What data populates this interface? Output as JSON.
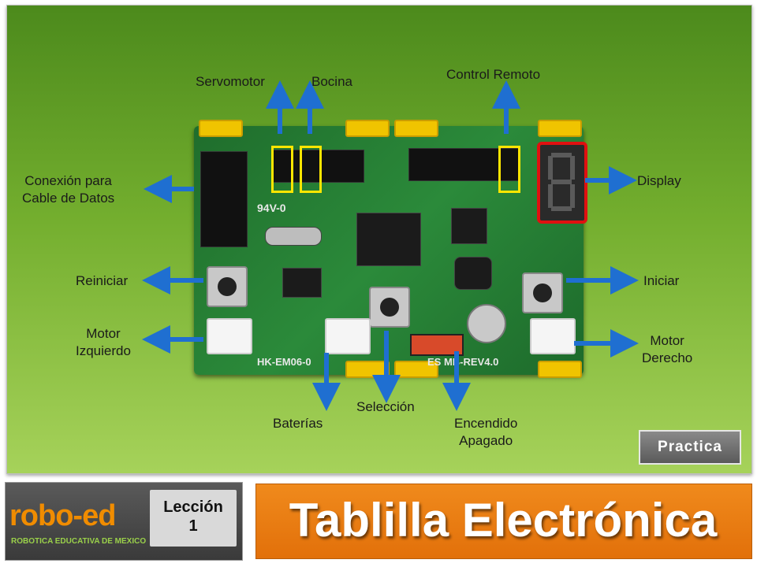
{
  "labels": {
    "servomotor": "Servomotor",
    "bocina": "Bocina",
    "control_remoto": "Control Remoto",
    "conexion": "Conexión para\nCable de Datos",
    "display": "Display",
    "reiniciar": "Reiniciar",
    "iniciar": "Iniciar",
    "motor_izquierdo": "Motor\nIzquierdo",
    "motor_derecho": "Motor\nDerecho",
    "baterias": "Baterías",
    "seleccion": "Selección",
    "encendido": "Encendido\nApagado"
  },
  "board": {
    "model_left": "HK-EM06-0",
    "model_right": "ES MB-REV4.0",
    "rating": "94V-0"
  },
  "badge": {
    "practica": "Practica"
  },
  "footer": {
    "logo": "robo-ed",
    "logo_sub": "ROBOTICA EDUCATIVA DE MEXICO",
    "leccion_label": "Lección",
    "leccion_num": "1",
    "title": "Tablilla Electrónica"
  },
  "colors": {
    "arrow": "#1f6fd1",
    "title_bg": "#f08a1c",
    "highlight_red": "#e01010",
    "highlight_yellow": "#ffe600"
  }
}
